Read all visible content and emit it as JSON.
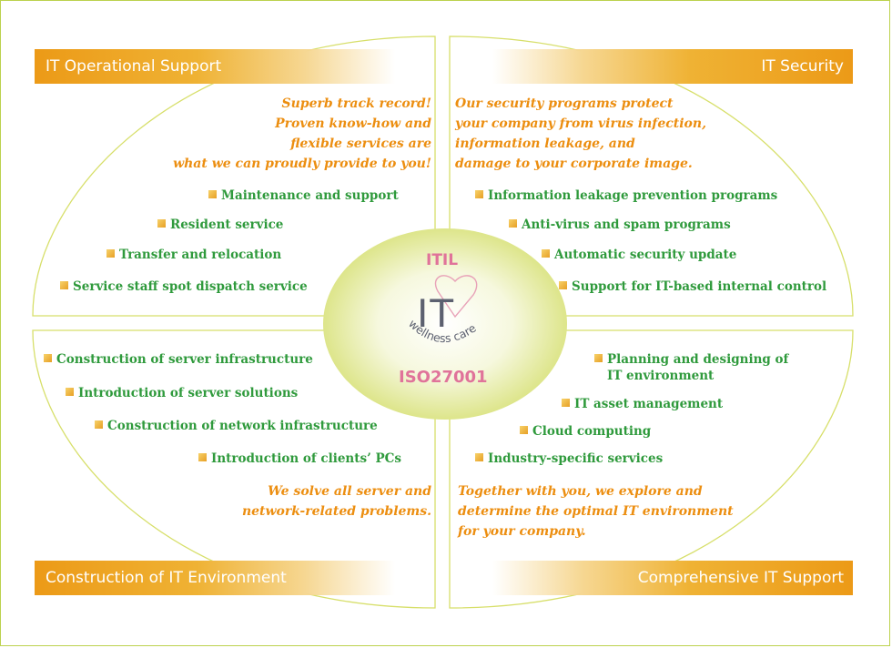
{
  "quadrants": {
    "operational": {
      "title": "IT Operational Support",
      "tagline": [
        "Superb track record!",
        "Proven know-how and",
        "flexible services are",
        "what we can proudly provide to you!"
      ],
      "items": [
        "Maintenance and support",
        "Resident service",
        "Transfer and relocation",
        "Service staff spot dispatch service"
      ]
    },
    "security": {
      "title": "IT Security",
      "tagline": [
        "Our security programs protect",
        "your company from virus infection,",
        "information leakage, and",
        "damage to your corporate image."
      ],
      "items": [
        "Information leakage prevention programs",
        "Anti-virus and spam programs",
        "Automatic security update",
        "Support for IT-based internal control"
      ]
    },
    "construction": {
      "title": "Construction of IT Environment",
      "items": [
        "Construction of server infrastructure",
        "Introduction of server solutions",
        "Construction of network infrastructure",
        "Introduction of clients’ PCs"
      ],
      "tagline": [
        "We solve all server and",
        "network-related problems."
      ]
    },
    "comprehensive": {
      "title": "Comprehensive IT Support",
      "items": [
        [
          "Planning and designing of",
          "IT environment"
        ],
        "IT asset management",
        "Cloud computing",
        "Industry-specific services"
      ],
      "tagline": [
        "Together with you, we explore and",
        "determine the optimal IT environment",
        "for your company."
      ]
    }
  },
  "center": {
    "top_label": "ITIL",
    "bottom_label": "ISO27001",
    "logo_big": "IT",
    "logo_arc": "wellness care"
  },
  "colors": {
    "banner": "#ec9a17",
    "item_text": "#2f9a3c",
    "tagline": "#ec8e10",
    "center_label": "#e0739a",
    "ellipse_line": "#d7df6a",
    "frame": "#bcd24e"
  },
  "icons": {
    "bullet": "square-bullet-icon",
    "heart": "heart-outline-icon"
  }
}
